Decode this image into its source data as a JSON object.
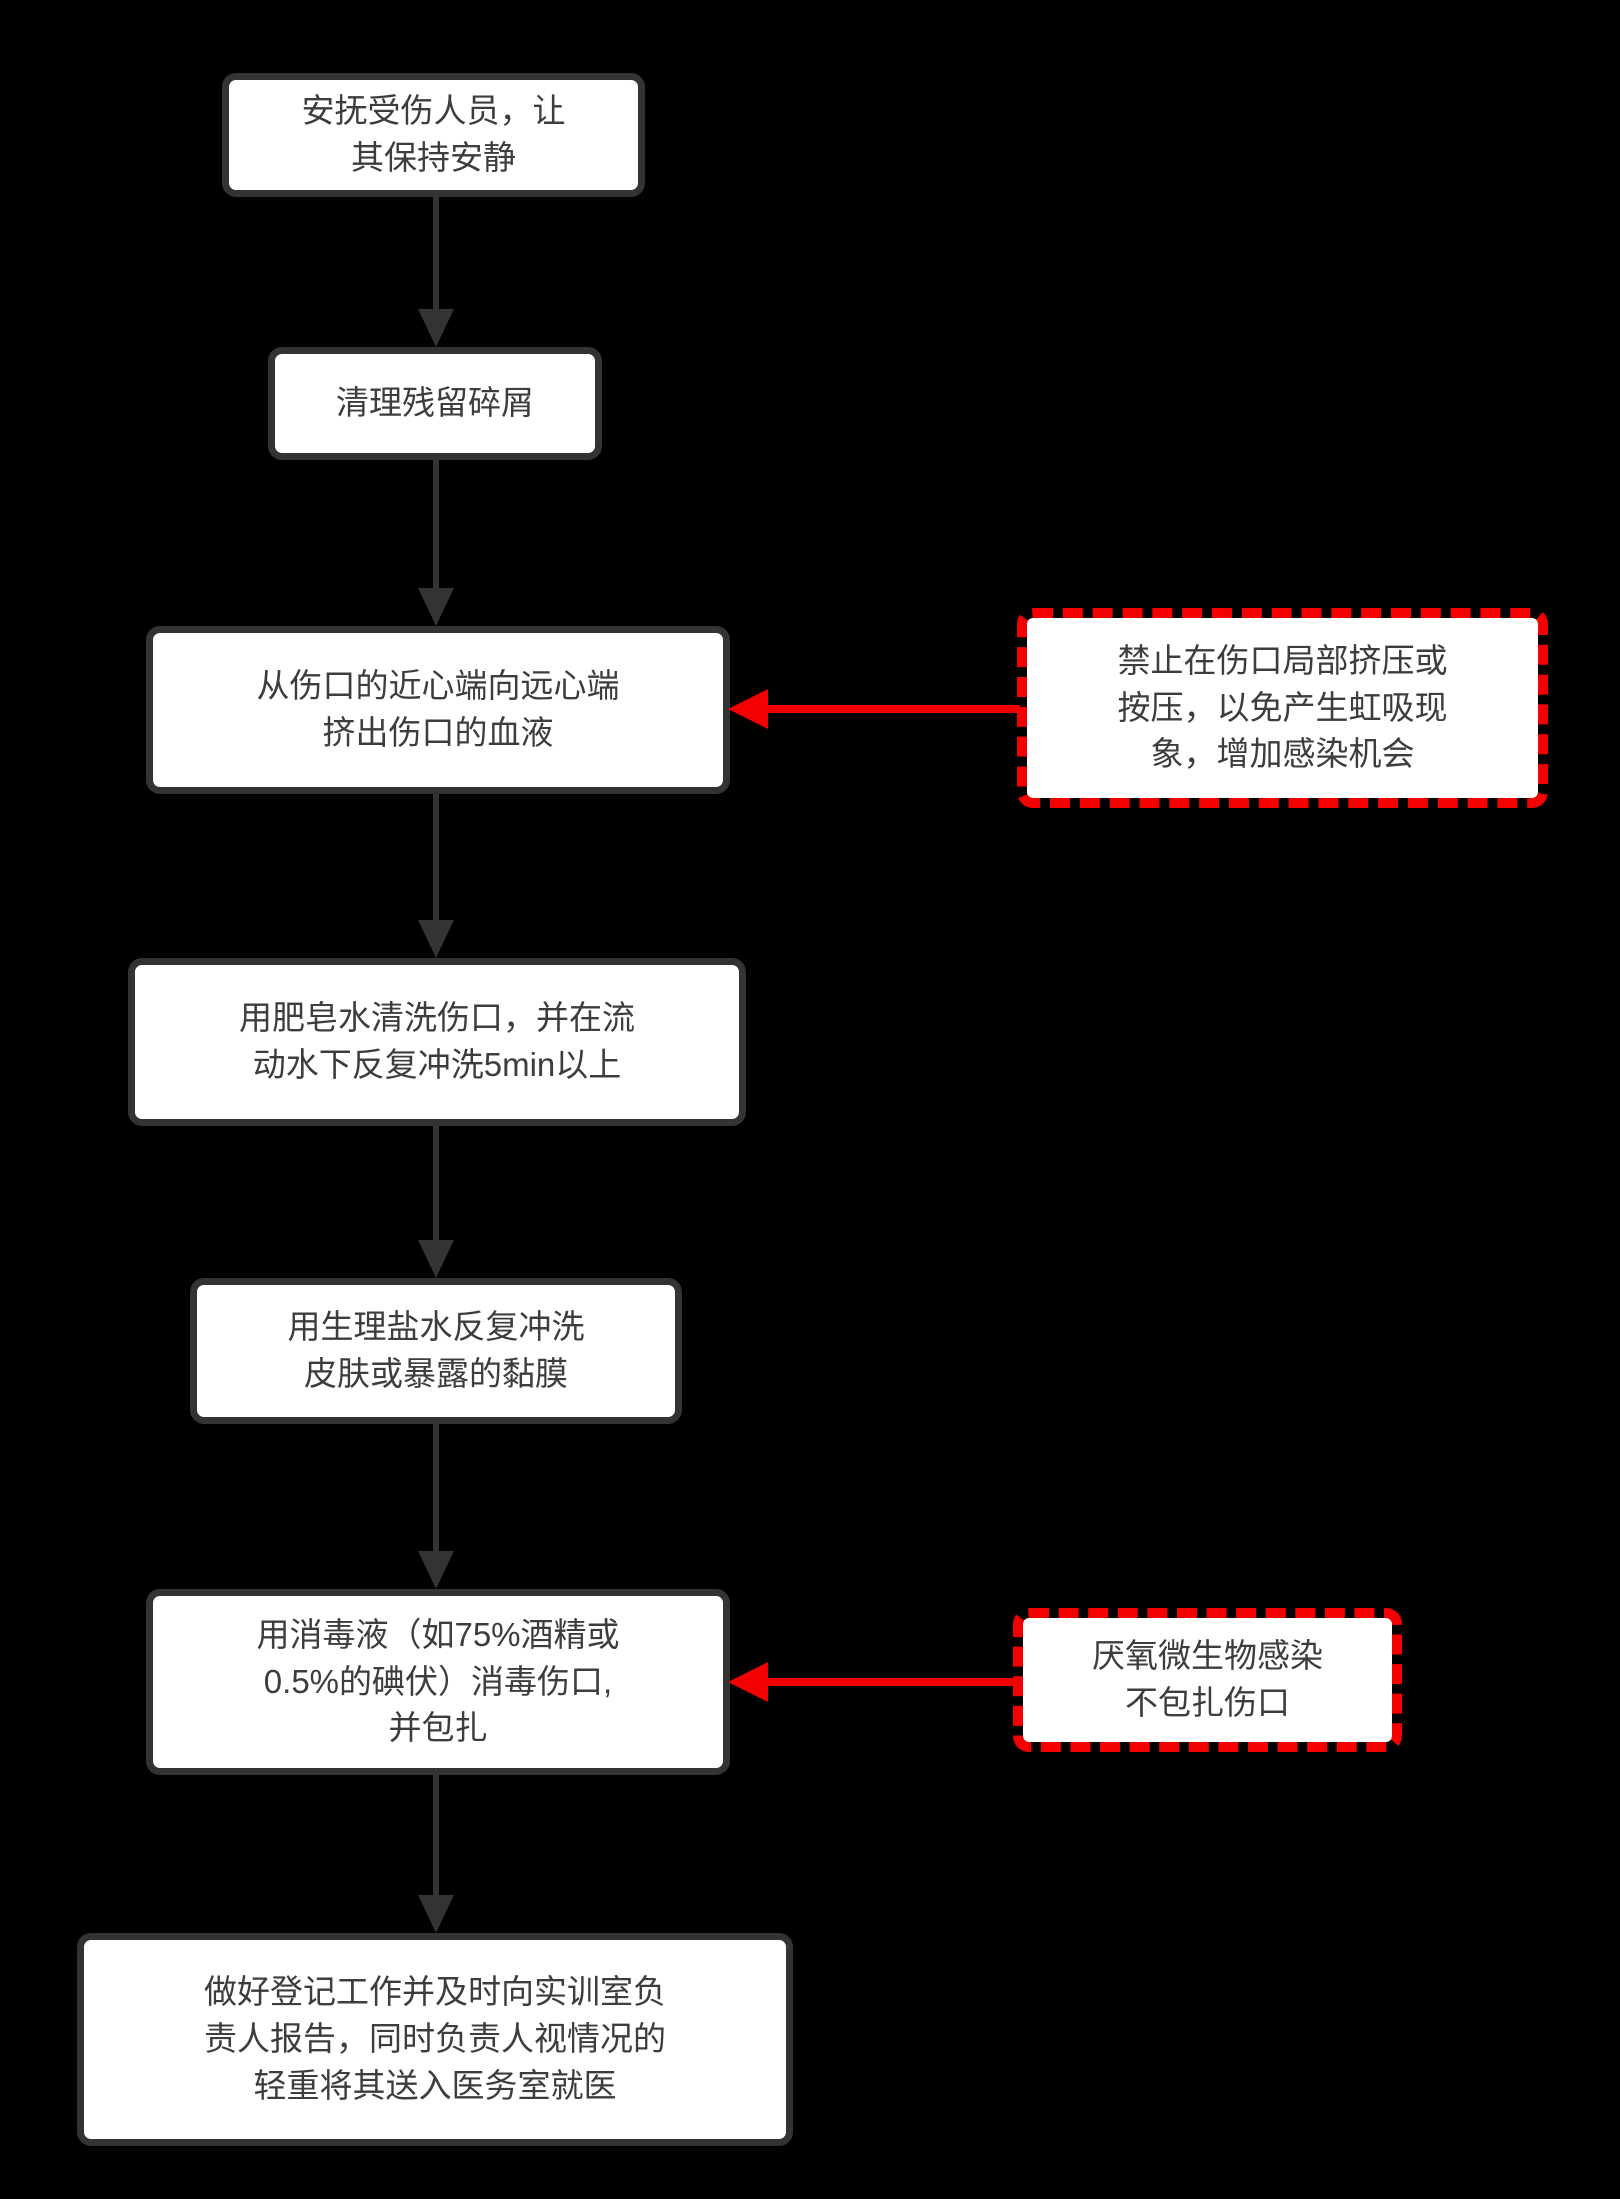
{
  "canvas": {
    "background": "#000000"
  },
  "colors": {
    "node_fill": "#ffffff",
    "node_border": "#333333",
    "text": "#3d3d3d",
    "flow_arrow": "#333333",
    "warning_red": "#f40000"
  },
  "steps": [
    {
      "label": "安抚受伤人员，让\n其保持安静"
    },
    {
      "label": "清理残留碎屑"
    },
    {
      "label": "从伤口的近心端向远心端\n挤出伤口的血液"
    },
    {
      "label": "用肥皂水清洗伤口，并在流\n动水下反复冲洗5min以上"
    },
    {
      "label": "用生理盐水反复冲洗\n皮肤或暴露的黏膜"
    },
    {
      "label": "用消毒液（如75%酒精或\n0.5%的碘伏）消毒伤口,\n并包扎"
    },
    {
      "label": "做好登记工作并及时向实训室负\n责人报告，同时负责人视情况的\n轻重将其送入医务室就医"
    }
  ],
  "warnings": [
    {
      "label": "禁止在伤口局部挤压或\n按压，以免产生虹吸现\n象，增加感染机会"
    },
    {
      "label": "厌氧微生物感染\n不包扎伤口"
    }
  ]
}
